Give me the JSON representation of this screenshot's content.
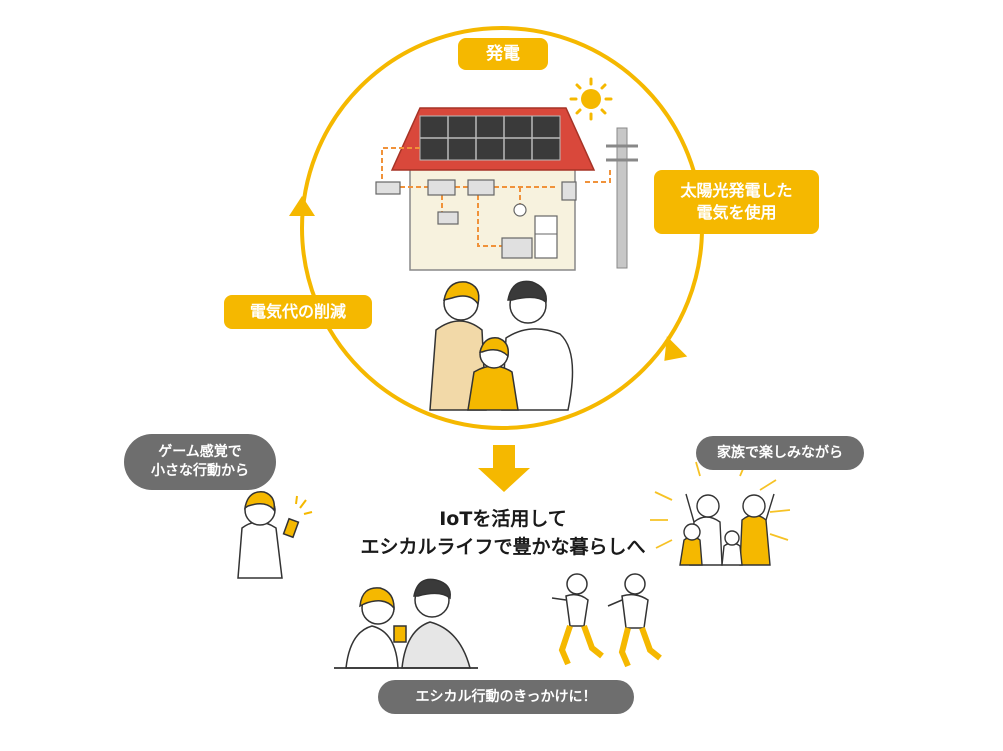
{
  "cycle": {
    "top_label": "発電",
    "right_label_line1": "太陽光発電した",
    "right_label_line2": "電気を使用",
    "left_label": "電気代の削減"
  },
  "bubbles": {
    "game_line1": "ゲーム感覚で",
    "game_line2": "小さな行動から",
    "family": "家族で楽しみながら",
    "ethical": "エシカル行動のきっかけに！"
  },
  "headline": {
    "line1": "IoTを活用して",
    "line2": "エシカルライフで豊かな暮らしへ"
  },
  "colors": {
    "accent": "#f5b800",
    "bubble": "#6e6e6e",
    "roof": "#d9483b",
    "wiring": "#f0923a"
  }
}
